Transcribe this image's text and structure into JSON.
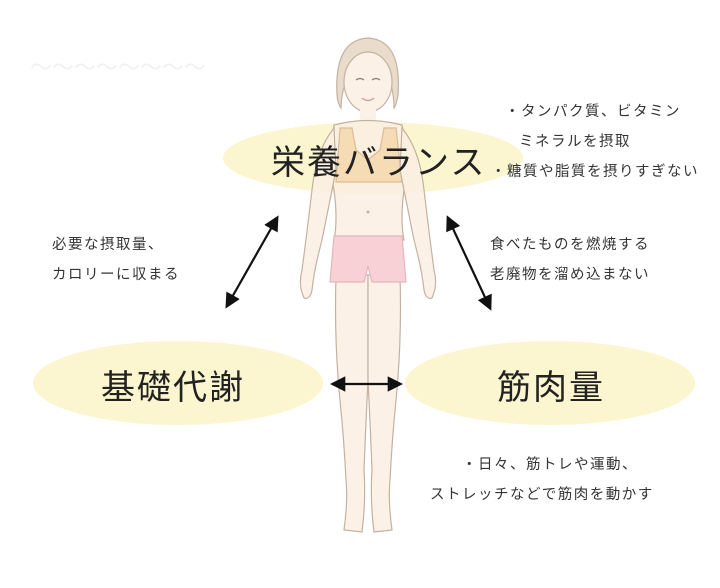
{
  "nodes": {
    "top": "栄養バランス",
    "left": "基礎代謝",
    "right": "筋肉量"
  },
  "notes": {
    "top_right": [
      "・タンパク質、ビタミン",
      "ミネラルを摂取",
      "・糖質や脂質を摂りすぎない"
    ],
    "left_mid": [
      "必要な摂取量、",
      "カロリーに収まる"
    ],
    "right_mid": [
      "食べたものを燃焼する",
      "老廃物を溜め込まない"
    ],
    "bottom_right": [
      "・日々、筋トレや運動、",
      "ストレッチなどで筋肉を動かす"
    ]
  },
  "colors": {
    "ellipse_fill": "#fbf6cf",
    "skin": "#fbefe3",
    "outline": "#b9a592",
    "hair": "#e7d6c2",
    "shorts": "#f7c9d0",
    "bra": "#f4d8b1",
    "arrow": "#111111"
  }
}
